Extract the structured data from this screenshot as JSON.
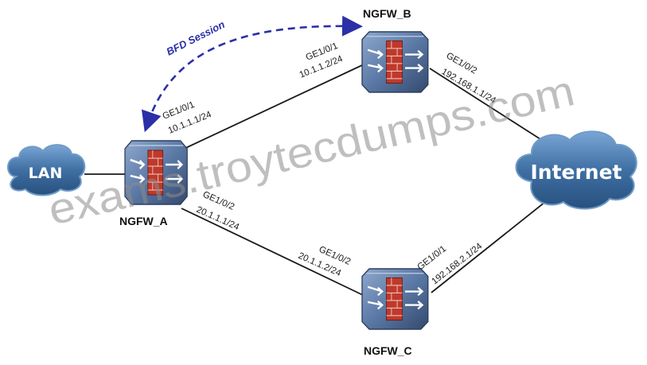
{
  "nodes": {
    "lan": {
      "label": "LAN"
    },
    "internet": {
      "label": "Internet"
    },
    "ngfw_a": {
      "name": "NGFW_A"
    },
    "ngfw_b": {
      "name": "NGFW_B"
    },
    "ngfw_c": {
      "name": "NGFW_C"
    }
  },
  "interfaces": {
    "a_to_b": {
      "port": "GE1/0/1",
      "ip": "10.1.1.1/24"
    },
    "b_to_a": {
      "port": "GE1/0/1",
      "ip": "10.1.1.2/24"
    },
    "b_to_internet": {
      "port": "GE1/0/2",
      "ip": "192.168.1.1/24"
    },
    "a_to_c": {
      "port": "GE1/0/2",
      "ip": "20.1.1.1/24"
    },
    "c_to_a": {
      "port": "GE1/0/2",
      "ip": "20.1.1.2/24"
    },
    "c_to_internet": {
      "port": "GE1/0/1",
      "ip": "192.168.2.1/24"
    }
  },
  "bfd": {
    "label": "BFD Session"
  },
  "watermark": {
    "text": "exams.troytecdumps.com"
  },
  "colors": {
    "cloud_fill": "#3f6fa3",
    "cloud_stroke": "#6f9bc8",
    "device_body": "#5b79a6",
    "device_dark": "#33496e",
    "firewall_red": "#c0392b",
    "bfd_arrow": "#2b2fa8",
    "link_line": "#1a1a1a"
  }
}
